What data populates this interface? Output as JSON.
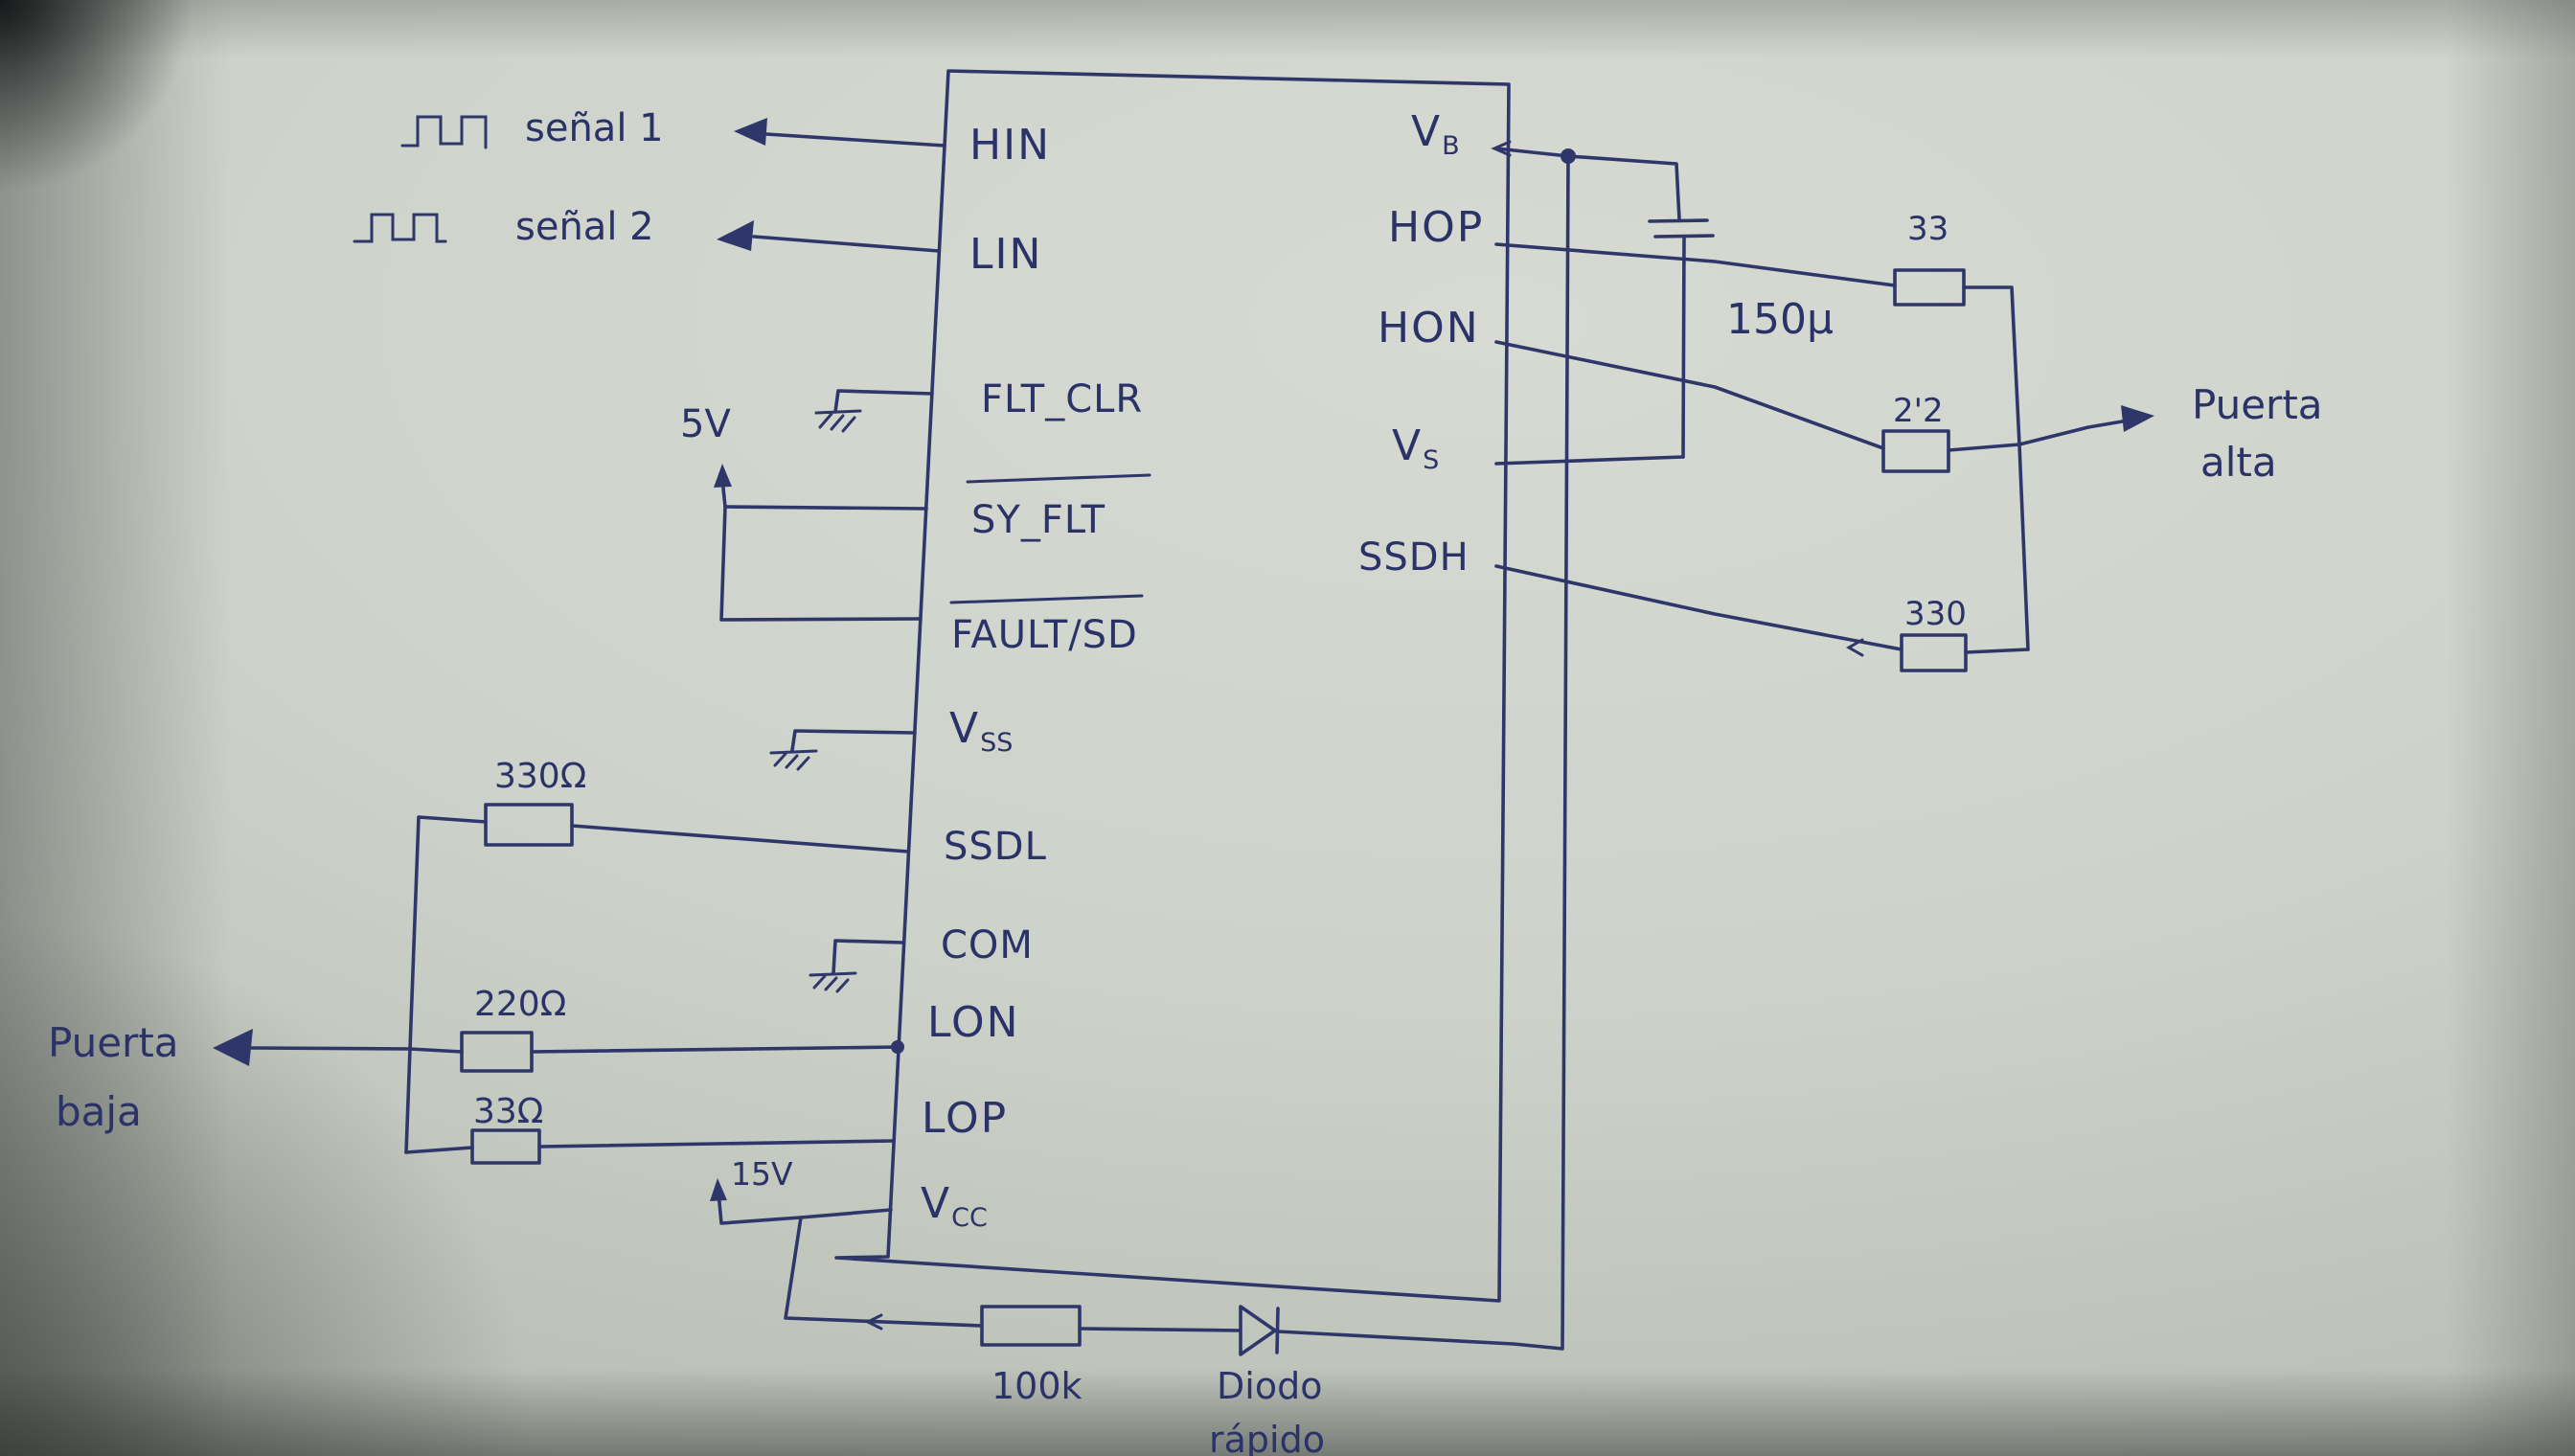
{
  "colors": {
    "ink": "#2f3669",
    "paper": "#cdd2ca"
  },
  "inputs": {
    "senal1": "señal 1",
    "senal2": "señal 2"
  },
  "supplies": {
    "v5": "5V",
    "v15": "15V"
  },
  "pins": {
    "hin": "HIN",
    "lin": "LIN",
    "flt_clr": "FLT_CLR",
    "sy_flt": "SY_FLT",
    "fault_sd": "FAULT/SD",
    "vss_main": "V",
    "vss_sub": "SS",
    "ssdl": "SSDL",
    "com": "COM",
    "lon": "LON",
    "lop": "LOP",
    "vcc_main": "V",
    "vcc_sub": "CC",
    "vb_main": "V",
    "vb_sub": "B",
    "hop": "HOP",
    "hon": "HON",
    "vs_main": "V",
    "vs_sub": "S",
    "ssdh": "SSDH"
  },
  "components": {
    "r_ssdl": "330Ω",
    "r_lon": "220Ω",
    "r_lop": "33Ω",
    "r_hop": "33",
    "r_hon": "2'2",
    "r_ssdh": "330",
    "c_boot": "150μ",
    "r_boot": "100k",
    "diode1": "Diodo",
    "diode2": "rápido"
  },
  "outputs": {
    "high1": "Puerta",
    "high2": "alta",
    "low1": "Puerta",
    "low2": "baja"
  }
}
